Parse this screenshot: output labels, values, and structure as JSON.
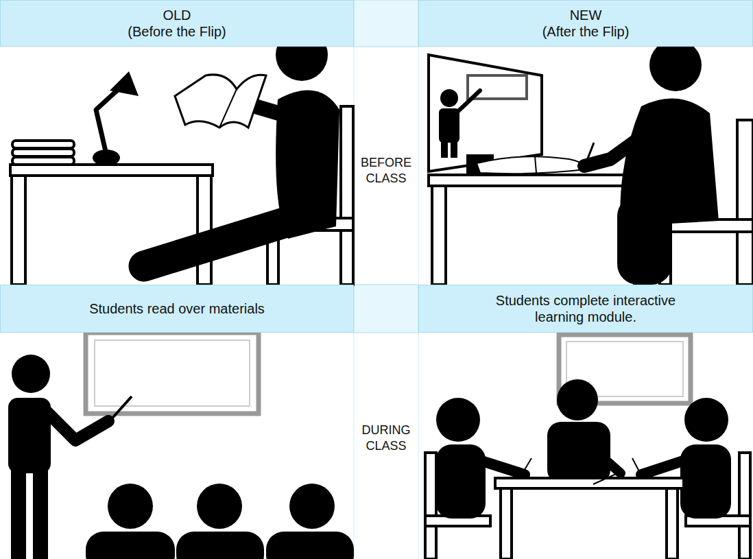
{
  "diagram": {
    "nodes": [
      {
        "text": [
          "OLD",
          "(Before the Flip)"
        ]
      },
      {
        "text": [
          "NEW",
          "(After the Flip)"
        ]
      },
      {
        "text": [
          "Students read over materials"
        ]
      },
      {
        "text": [
          "Students complete interactive learning module."
        ]
      }
    ],
    "labels": [
      "BEFORE CLASS",
      "DURING CLASS"
    ]
  }
}
